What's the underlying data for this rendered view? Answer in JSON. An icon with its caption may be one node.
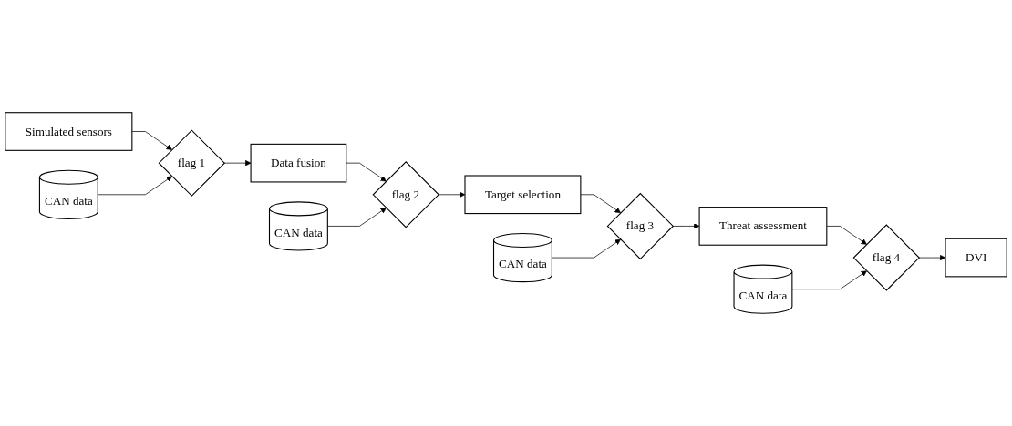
{
  "diagram": {
    "nodes": [
      {
        "text": [
          "Simulated sensors"
        ]
      },
      {
        "text": [
          "Data fusion"
        ]
      },
      {
        "text": [
          "Target selection"
        ]
      },
      {
        "text": [
          "Threat assessment"
        ]
      },
      {
        "text": [
          "flag 1"
        ]
      },
      {
        "text": [
          "flag 2"
        ]
      },
      {
        "text": [
          "flag 3"
        ]
      },
      {
        "text": [
          "flag 4"
        ]
      },
      {
        "text": [
          "DVI"
        ]
      },
      {
        "text": [
          "CAN data"
        ]
      },
      {
        "text": [
          "CAN data"
        ]
      },
      {
        "text": [
          "CAN data"
        ]
      },
      {
        "text": [
          "CAN data"
        ]
      }
    ],
    "edges": [
      {
        "from": 0,
        "to": 4,
        "arrow": "to"
      },
      {
        "from": 9,
        "to": 4,
        "arrow": "to"
      },
      {
        "from": 4,
        "to": 1,
        "arrow": "to"
      },
      {
        "from": 1,
        "to": 5,
        "arrow": "to"
      },
      {
        "from": 10,
        "to": 5,
        "arrow": "to"
      },
      {
        "from": 5,
        "to": 2,
        "arrow": "to"
      },
      {
        "from": 2,
        "to": 6,
        "arrow": "to"
      },
      {
        "from": 11,
        "to": 6,
        "arrow": "to"
      },
      {
        "from": 6,
        "to": 3,
        "arrow": "to"
      },
      {
        "from": 3,
        "to": 7,
        "arrow": "to"
      },
      {
        "from": 12,
        "to": 7,
        "arrow": "to"
      },
      {
        "from": 7,
        "to": 8,
        "arrow": "to"
      }
    ]
  }
}
